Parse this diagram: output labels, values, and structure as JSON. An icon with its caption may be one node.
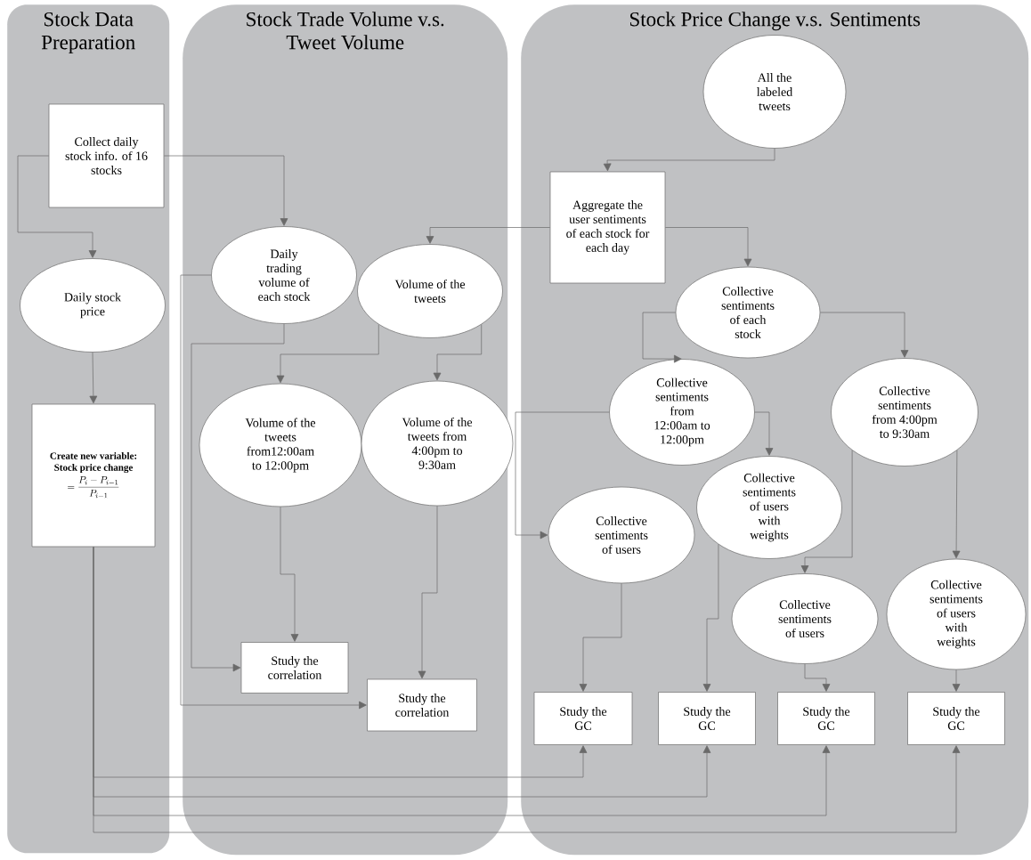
{
  "diagram": {
    "nodes": [
      {
        "text": [
          "Stock Data Preparation"
        ]
      },
      {
        "text": [
          "Stock Trade Volume v.s. Tweet Volume"
        ]
      },
      {
        "text": [
          "Stock Price Change v.s. Sentiments"
        ]
      },
      {
        "text": [
          "Collect daily stock info. of 16 stocks"
        ],
        "in": 0
      },
      {
        "text": [
          "Daily stock price"
        ],
        "in": 0
      },
      {
        "text": [
          "Create new variable: Stock price change",
          "=\\frac{P_i-P_{i-1}}{P_{i-1}}"
        ],
        "in": 0
      },
      {
        "text": [
          "Daily trading volume of each stock"
        ],
        "in": 1
      },
      {
        "text": [
          "Volume of the tweets"
        ],
        "in": 1
      },
      {
        "text": [
          "Volume of the tweets from12:00am to 12:00pm"
        ],
        "in": 1
      },
      {
        "text": [
          "Volume of the tweets from 4:00pm to 9:30am"
        ],
        "in": 1
      },
      {
        "text": [
          "Study the correlation"
        ],
        "in": 1
      },
      {
        "text": [
          "Study the correlation"
        ],
        "in": 1
      },
      {
        "text": [
          "All the labeled tweets"
        ],
        "in": 2
      },
      {
        "text": [
          "Aggregate the user sentiments of each stock for each day"
        ],
        "in": 2
      },
      {
        "text": [
          "Collective sentiments of each stock"
        ],
        "in": 2
      },
      {
        "text": [
          "Collective sentiments from 12:00am to 12:00pm"
        ],
        "in": 2
      },
      {
        "text": [
          "Collective sentiments from 4:00pm to 9:30am"
        ],
        "in": 2
      },
      {
        "text": [
          "Collective sentiments of users with weights"
        ],
        "in": 2
      },
      {
        "text": [
          "Collective sentiments of users"
        ],
        "in": 2
      },
      {
        "text": [
          "Collective sentiments of users"
        ],
        "in": 2
      },
      {
        "text": [
          "Collective sentiments of users with weights"
        ],
        "in": 2
      },
      {
        "text": [
          "Study the GC"
        ],
        "in": 2
      },
      {
        "text": [
          "Study the GC"
        ],
        "in": 2
      },
      {
        "text": [
          "Study the GC"
        ],
        "in": 2
      },
      {
        "text": [
          "Study the GC"
        ],
        "in": 2
      }
    ],
    "edges": [
      {
        "from": 3,
        "to": 4,
        "arrow": "to"
      },
      {
        "from": 3,
        "to": 6,
        "arrow": "to"
      },
      {
        "from": 4,
        "to": 5,
        "arrow": "to"
      },
      {
        "from": 5,
        "to": 21,
        "arrow": "to"
      },
      {
        "from": 5,
        "to": 22,
        "arrow": "to"
      },
      {
        "from": 5,
        "to": 23,
        "arrow": "to"
      },
      {
        "from": 5,
        "to": 24,
        "arrow": "to"
      },
      {
        "from": 6,
        "to": 10,
        "arrow": "to"
      },
      {
        "from": 6,
        "to": 11,
        "arrow": "to"
      },
      {
        "from": 7,
        "to": 8,
        "arrow": "to"
      },
      {
        "from": 7,
        "to": 9,
        "arrow": "to"
      },
      {
        "from": 8,
        "to": 10,
        "arrow": "to"
      },
      {
        "from": 9,
        "to": 11,
        "arrow": "to"
      },
      {
        "from": 12,
        "to": 13,
        "arrow": "to"
      },
      {
        "from": 13,
        "to": 7,
        "arrow": "to"
      },
      {
        "from": 13,
        "to": 14,
        "arrow": "to"
      },
      {
        "from": 14,
        "to": 15,
        "arrow": "to"
      },
      {
        "from": 14,
        "to": 16,
        "arrow": "to"
      },
      {
        "from": 15,
        "to": 17,
        "arrow": "to"
      },
      {
        "from": 15,
        "to": 18,
        "arrow": "to"
      },
      {
        "from": 16,
        "to": 19,
        "arrow": "to"
      },
      {
        "from": 16,
        "to": 20,
        "arrow": "to"
      },
      {
        "from": 18,
        "to": 21,
        "arrow": "to"
      },
      {
        "from": 17,
        "to": 22,
        "arrow": "to"
      },
      {
        "from": 19,
        "to": 23,
        "arrow": "to"
      },
      {
        "from": 20,
        "to": 24,
        "arrow": "to"
      }
    ]
  }
}
